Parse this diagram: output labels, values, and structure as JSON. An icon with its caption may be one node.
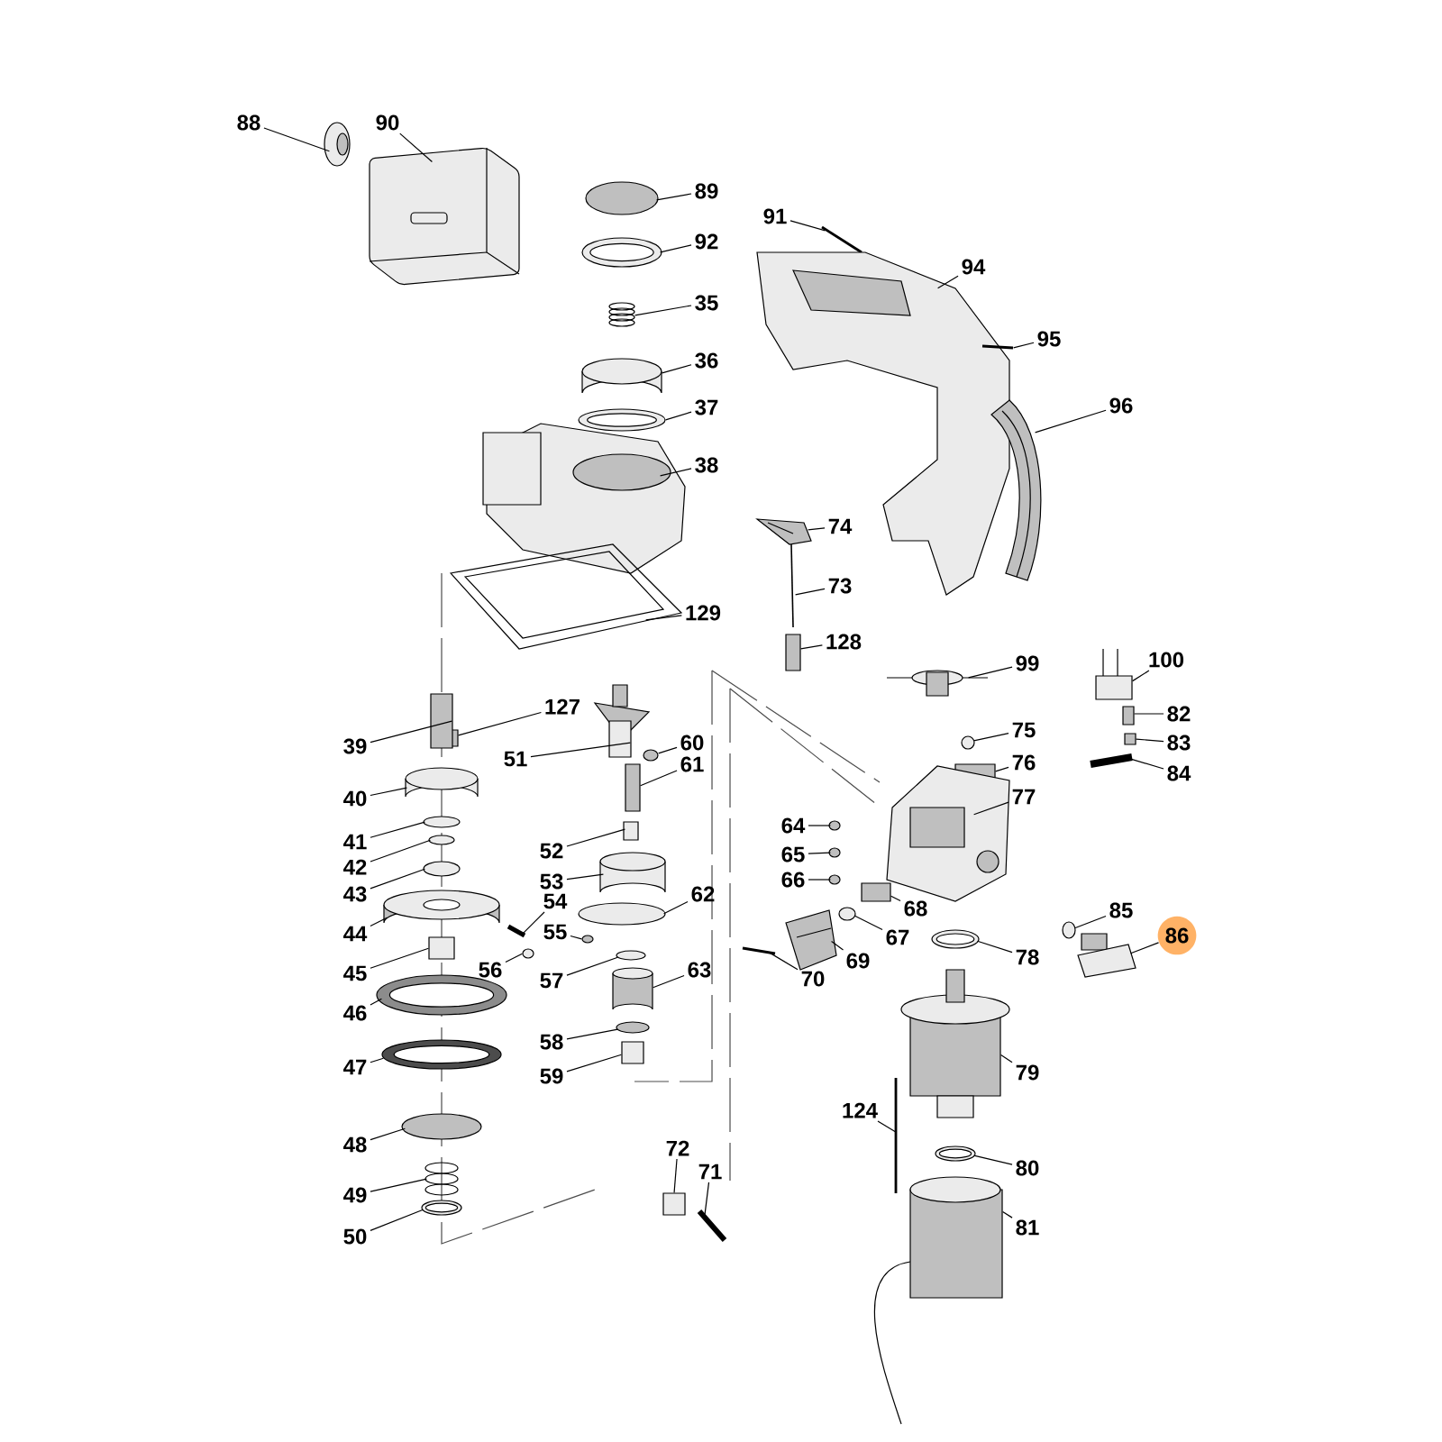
{
  "diagram": {
    "nodes": [
      {
        "text": [
          "88"
        ]
      },
      {
        "text": [
          "90"
        ]
      },
      {
        "text": [
          "89"
        ]
      },
      {
        "text": [
          "92"
        ]
      },
      {
        "text": [
          "35"
        ]
      },
      {
        "text": [
          "36"
        ]
      },
      {
        "text": [
          "37"
        ]
      },
      {
        "text": [
          "38"
        ]
      },
      {
        "text": [
          "91"
        ]
      },
      {
        "text": [
          "94"
        ]
      },
      {
        "text": [
          "95"
        ]
      },
      {
        "text": [
          "96"
        ]
      },
      {
        "text": [
          "74"
        ]
      },
      {
        "text": [
          "73"
        ]
      },
      {
        "text": [
          "129"
        ]
      },
      {
        "text": [
          "128"
        ]
      },
      {
        "text": [
          "99"
        ]
      },
      {
        "text": [
          "100"
        ]
      },
      {
        "text": [
          "127"
        ]
      },
      {
        "text": [
          "82"
        ]
      },
      {
        "text": [
          "83"
        ]
      },
      {
        "text": [
          "84"
        ]
      },
      {
        "text": [
          "75"
        ]
      },
      {
        "text": [
          "76"
        ]
      },
      {
        "text": [
          "39"
        ]
      },
      {
        "text": [
          "51"
        ]
      },
      {
        "text": [
          "60"
        ]
      },
      {
        "text": [
          "61"
        ]
      },
      {
        "text": [
          "40"
        ]
      },
      {
        "text": [
          "77"
        ]
      },
      {
        "text": [
          "41"
        ]
      },
      {
        "text": [
          "42"
        ]
      },
      {
        "text": [
          "43"
        ]
      },
      {
        "text": [
          "44"
        ]
      },
      {
        "text": [
          "52"
        ]
      },
      {
        "text": [
          "53"
        ]
      },
      {
        "text": [
          "54"
        ]
      },
      {
        "text": [
          "55"
        ]
      },
      {
        "text": [
          "56"
        ]
      },
      {
        "text": [
          "62"
        ]
      },
      {
        "text": [
          "64"
        ]
      },
      {
        "text": [
          "65"
        ]
      },
      {
        "text": [
          "66"
        ]
      },
      {
        "text": [
          "68"
        ]
      },
      {
        "text": [
          "67"
        ]
      },
      {
        "text": [
          "69"
        ]
      },
      {
        "text": [
          "70"
        ]
      },
      {
        "text": [
          "85"
        ]
      },
      {
        "text": [
          "86"
        ]
      },
      {
        "text": [
          "78"
        ]
      },
      {
        "text": [
          "45"
        ]
      },
      {
        "text": [
          "46"
        ]
      },
      {
        "text": [
          "57"
        ]
      },
      {
        "text": [
          "63"
        ]
      },
      {
        "text": [
          "47"
        ]
      },
      {
        "text": [
          "58"
        ]
      },
      {
        "text": [
          "59"
        ]
      },
      {
        "text": [
          "79"
        ]
      },
      {
        "text": [
          "124"
        ]
      },
      {
        "text": [
          "48"
        ]
      },
      {
        "text": [
          "72"
        ]
      },
      {
        "text": [
          "71"
        ]
      },
      {
        "text": [
          "80"
        ]
      },
      {
        "text": [
          "49"
        ]
      },
      {
        "text": [
          "50"
        ]
      },
      {
        "text": [
          "81"
        ]
      },
      {
        "text": [],
        "shape": "picture"
      },
      {
        "text": [],
        "shape": "picture"
      },
      {
        "text": [],
        "shape": "ellipse"
      },
      {
        "text": [],
        "shape": "ring"
      },
      {
        "text": [],
        "shape": "picture"
      },
      {
        "text": [],
        "shape": "cylinder"
      },
      {
        "text": [],
        "shape": "ring"
      },
      {
        "text": [],
        "shape": "picture"
      },
      {
        "text": [],
        "shape": "bar"
      },
      {
        "text": [],
        "shape": "picture"
      },
      {
        "text": [],
        "shape": "bar"
      },
      {
        "text": [],
        "shape": "picture"
      },
      {
        "text": [],
        "shape": "picture"
      },
      {
        "text": [],
        "shape": "bar"
      },
      {
        "text": [],
        "shape": "picture"
      },
      {
        "text": [],
        "shape": "box"
      },
      {
        "text": [],
        "shape": "picture"
      },
      {
        "text": [],
        "shape": "picture"
      },
      {
        "text": [],
        "shape": "box"
      },
      {
        "text": [],
        "shape": "box"
      },
      {
        "text": [],
        "shape": "box"
      },
      {
        "text": [],
        "shape": "bar"
      },
      {
        "text": [],
        "shape": "circle"
      },
      {
        "text": [],
        "shape": "box"
      },
      {
        "text": [],
        "shape": "box"
      },
      {
        "text": [],
        "shape": "picture"
      },
      {
        "text": [],
        "shape": "ellipse"
      },
      {
        "text": [],
        "shape": "box"
      },
      {
        "text": [],
        "shape": "cylinder"
      },
      {
        "text": [],
        "shape": "picture"
      },
      {
        "text": [],
        "shape": "ellipse"
      },
      {
        "text": [],
        "shape": "ellipse"
      },
      {
        "text": [],
        "shape": "ellipse"
      },
      {
        "text": [],
        "shape": "picture"
      },
      {
        "text": [],
        "shape": "box"
      },
      {
        "text": [],
        "shape": "cylinder"
      },
      {
        "text": [],
        "shape": "bar"
      },
      {
        "text": [],
        "shape": "ellipse"
      },
      {
        "text": [],
        "shape": "ellipse"
      },
      {
        "text": [],
        "shape": "ellipse"
      },
      {
        "text": [],
        "shape": "ellipse"
      },
      {
        "text": [],
        "shape": "ellipse"
      },
      {
        "text": [],
        "shape": "ellipse"
      },
      {
        "text": [],
        "shape": "box"
      },
      {
        "text": [],
        "shape": "ellipse"
      },
      {
        "text": [],
        "shape": "picture"
      },
      {
        "text": [],
        "shape": "bar"
      },
      {
        "text": [],
        "shape": "ellipse"
      },
      {
        "text": [],
        "shape": "picture"
      },
      {
        "text": [],
        "shape": "ring"
      },
      {
        "text": [],
        "shape": "box"
      },
      {
        "text": [],
        "shape": "ring"
      },
      {
        "text": [],
        "shape": "ellipse"
      },
      {
        "text": [],
        "shape": "cylinder"
      },
      {
        "text": [],
        "shape": "ring"
      },
      {
        "text": [],
        "shape": "ellipse"
      },
      {
        "text": [],
        "shape": "box"
      },
      {
        "text": [],
        "shape": "picture"
      },
      {
        "text": [],
        "shape": "bar"
      },
      {
        "text": [],
        "shape": "ellipse"
      },
      {
        "text": [],
        "shape": "box"
      },
      {
        "text": [],
        "shape": "bar"
      },
      {
        "text": [],
        "shape": "ring"
      },
      {
        "text": [],
        "shape": "picture"
      },
      {
        "text": [],
        "shape": "ring"
      },
      {
        "text": [],
        "shape": "picture"
      }
    ],
    "edges": [
      {
        "from": 0,
        "to": 66,
        "arrow": "none"
      },
      {
        "from": 1,
        "to": 67,
        "arrow": "none"
      },
      {
        "from": 2,
        "to": 68,
        "arrow": "none"
      },
      {
        "from": 3,
        "to": 69,
        "arrow": "none"
      },
      {
        "from": 4,
        "to": 70,
        "arrow": "none"
      },
      {
        "from": 5,
        "to": 71,
        "arrow": "none"
      },
      {
        "from": 6,
        "to": 72,
        "arrow": "none"
      },
      {
        "from": 7,
        "to": 73,
        "arrow": "none"
      },
      {
        "from": 8,
        "to": 74,
        "arrow": "none"
      },
      {
        "from": 9,
        "to": 75,
        "arrow": "none"
      },
      {
        "from": 10,
        "to": 76,
        "arrow": "none"
      },
      {
        "from": 11,
        "to": 77,
        "arrow": "none"
      },
      {
        "from": 12,
        "to": 78,
        "arrow": "none"
      },
      {
        "from": 13,
        "to": 79,
        "arrow": "none"
      },
      {
        "from": 14,
        "to": 80,
        "arrow": "none"
      },
      {
        "from": 15,
        "to": 81,
        "arrow": "none"
      },
      {
        "from": 16,
        "to": 82,
        "arrow": "none"
      },
      {
        "from": 17,
        "to": 83,
        "arrow": "none"
      },
      {
        "from": 18,
        "to": 84,
        "arrow": "none"
      },
      {
        "from": 19,
        "to": 85,
        "arrow": "none"
      },
      {
        "from": 20,
        "to": 86,
        "arrow": "none"
      },
      {
        "from": 21,
        "to": 87,
        "arrow": "none"
      },
      {
        "from": 22,
        "to": 88,
        "arrow": "none"
      },
      {
        "from": 23,
        "to": 89,
        "arrow": "none"
      },
      {
        "from": 24,
        "to": 90,
        "arrow": "none"
      },
      {
        "from": 25,
        "to": 91,
        "arrow": "none"
      },
      {
        "from": 26,
        "to": 92,
        "arrow": "none"
      },
      {
        "from": 27,
        "to": 93,
        "arrow": "none"
      },
      {
        "from": 28,
        "to": 94,
        "arrow": "none"
      },
      {
        "from": 29,
        "to": 95,
        "arrow": "none"
      },
      {
        "from": 30,
        "to": 96,
        "arrow": "none"
      },
      {
        "from": 31,
        "to": 97,
        "arrow": "none"
      },
      {
        "from": 32,
        "to": 98,
        "arrow": "none"
      },
      {
        "from": 33,
        "to": 99,
        "arrow": "none"
      },
      {
        "from": 34,
        "to": 100,
        "arrow": "none"
      },
      {
        "from": 35,
        "to": 101,
        "arrow": "none"
      },
      {
        "from": 36,
        "to": 102,
        "arrow": "none"
      },
      {
        "from": 37,
        "to": 103,
        "arrow": "none"
      },
      {
        "from": 38,
        "to": 104,
        "arrow": "none"
      },
      {
        "from": 39,
        "to": 105,
        "arrow": "none"
      },
      {
        "from": 40,
        "to": 106,
        "arrow": "none"
      },
      {
        "from": 41,
        "to": 107,
        "arrow": "none"
      },
      {
        "from": 42,
        "to": 108,
        "arrow": "none"
      },
      {
        "from": 43,
        "to": 109,
        "arrow": "none"
      },
      {
        "from": 44,
        "to": 110,
        "arrow": "none"
      },
      {
        "from": 45,
        "to": 111,
        "arrow": "none"
      },
      {
        "from": 46,
        "to": 112,
        "arrow": "none"
      },
      {
        "from": 47,
        "to": 113,
        "arrow": "none"
      },
      {
        "from": 48,
        "to": 114,
        "arrow": "none"
      },
      {
        "from": 49,
        "to": 115,
        "arrow": "none"
      },
      {
        "from": 50,
        "to": 116,
        "arrow": "none"
      },
      {
        "from": 51,
        "to": 117,
        "arrow": "none"
      },
      {
        "from": 52,
        "to": 118,
        "arrow": "none"
      },
      {
        "from": 53,
        "to": 119,
        "arrow": "none"
      },
      {
        "from": 54,
        "to": 120,
        "arrow": "none"
      },
      {
        "from": 55,
        "to": 121,
        "arrow": "none"
      },
      {
        "from": 56,
        "to": 122,
        "arrow": "none"
      },
      {
        "from": 57,
        "to": 123,
        "arrow": "none"
      },
      {
        "from": 58,
        "to": 124,
        "arrow": "none"
      },
      {
        "from": 59,
        "to": 125,
        "arrow": "none"
      },
      {
        "from": 60,
        "to": 126,
        "arrow": "none"
      },
      {
        "from": 61,
        "to": 127,
        "arrow": "none"
      },
      {
        "from": 62,
        "to": 128,
        "arrow": "none"
      },
      {
        "from": 63,
        "to": 129,
        "arrow": "none"
      },
      {
        "from": 64,
        "to": 130,
        "arrow": "none"
      },
      {
        "from": 65,
        "to": 131,
        "arrow": "none"
      }
    ]
  }
}
